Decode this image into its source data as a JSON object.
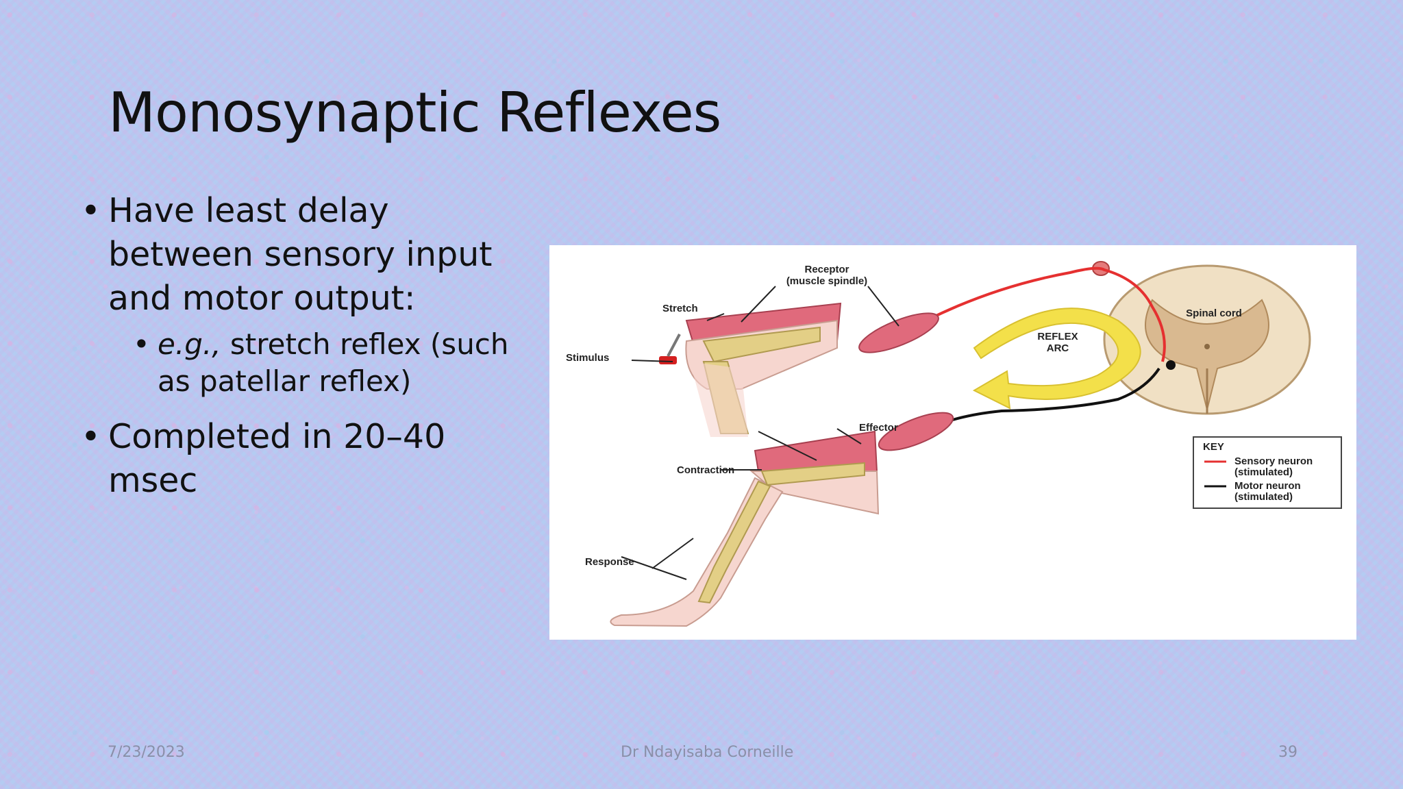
{
  "slide": {
    "title": "Monosynaptic Reflexes",
    "bullet1": "Have least delay between sensory input and motor output:",
    "sub1_em": "e.g.,",
    "sub1_text": " stretch reflex (such as patellar reflex)",
    "bullet2": "Completed in 20–40 msec"
  },
  "figure": {
    "labels": {
      "receptor_line1": "Receptor",
      "receptor_line2": "(muscle spindle)",
      "stretch": "Stretch",
      "stimulus": "Stimulus",
      "reflex_arc_line1": "REFLEX",
      "reflex_arc_line2": "ARC",
      "spinal_cord": "Spinal  cord",
      "effector": "Effector",
      "contraction": "Contraction",
      "response": "Response"
    },
    "key": {
      "heading": "KEY",
      "sensory_line1": "Sensory neuron",
      "sensory_line2": "(stimulated)",
      "motor_line1": "Motor neuron",
      "motor_line2": "(stimulated)"
    },
    "colors": {
      "sensory_neuron": "#e53030",
      "motor_neuron": "#111111",
      "arc_arrow": "#f3e04a",
      "muscle": "#e06a7c",
      "bone": "#e3cf86",
      "spinal_cord": "#f0e0c4"
    }
  },
  "footer": {
    "date": "7/23/2023",
    "author": "Dr Ndayisaba Corneille",
    "page": "39"
  }
}
